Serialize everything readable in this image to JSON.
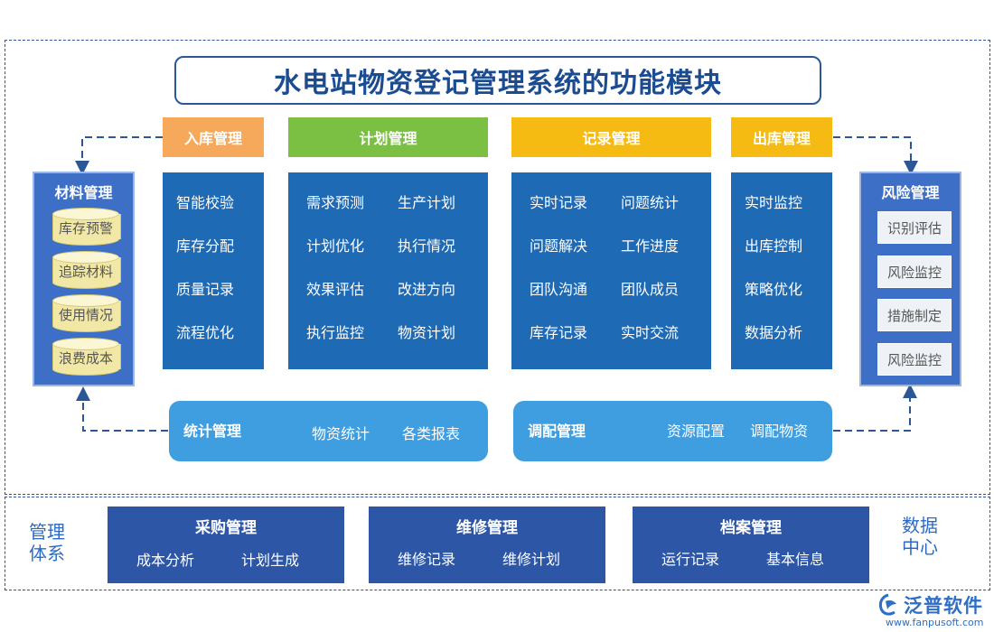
{
  "title": "水电站物资登记管理系统的功能模块",
  "colors": {
    "frame": "#2b5797",
    "inbound_head": "#f6a95b",
    "plan_head": "#7cc043",
    "record_head": "#f5bb12",
    "outbound_head": "#f5bb12",
    "module_column": "#1e6ab4",
    "side_panel": "#3d6fc7",
    "pill": "#3f9ee0",
    "bottom_box": "#2d57a6"
  },
  "modules": {
    "inbound": {
      "title": "入库管理",
      "items": [
        "智能校验",
        "库存分配",
        "质量记录",
        "流程优化"
      ]
    },
    "plan": {
      "title": "计划管理",
      "items": [
        "需求预测",
        "生产计划",
        "计划优化",
        "执行情况",
        "效果评估",
        "改进方向",
        "执行监控",
        "物资计划"
      ]
    },
    "record": {
      "title": "记录管理",
      "items": [
        "实时记录",
        "问题统计",
        "问题解决",
        "工作进度",
        "团队沟通",
        "团队成员",
        "库存记录",
        "实时交流"
      ]
    },
    "outbound": {
      "title": "出库管理",
      "items": [
        "实时监控",
        "出库控制",
        "策略优化",
        "数据分析"
      ]
    }
  },
  "material": {
    "title": "材料管理",
    "items": [
      "库存预警",
      "追踪材料",
      "使用情况",
      "浪费成本"
    ]
  },
  "risk": {
    "title": "风险管理",
    "items": [
      "识别评估",
      "风险监控",
      "措施制定",
      "风险监控"
    ]
  },
  "statistics": {
    "title": "统计管理",
    "items": [
      "物资统计",
      "各类报表"
    ]
  },
  "dispatch": {
    "title": "调配管理",
    "items": [
      "资源配置",
      "调配物资"
    ]
  },
  "bottom": {
    "left_label": [
      "管理",
      "体系"
    ],
    "right_label": [
      "数据",
      "中心"
    ],
    "boxes": [
      {
        "title": "采购管理",
        "items": [
          "成本分析",
          "计划生成"
        ]
      },
      {
        "title": "维修管理",
        "items": [
          "维修记录",
          "维修计划"
        ]
      },
      {
        "title": "档案管理",
        "items": [
          "运行记录",
          "基本信息"
        ]
      }
    ]
  },
  "logo": {
    "name": "泛普软件",
    "url": "www.fanpusoft.com",
    "icon": "fanpu-logo-icon"
  }
}
